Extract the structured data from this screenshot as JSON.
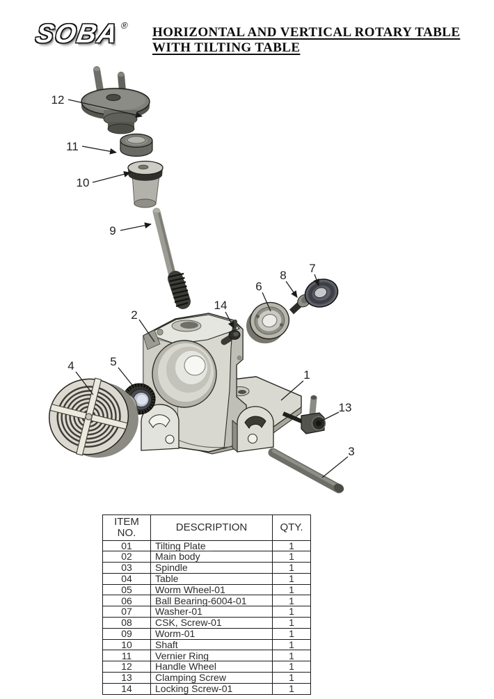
{
  "header": {
    "logo_text": "SOBA",
    "registered_mark": "®",
    "title_line1": "HORIZONTAL AND VERTICAL ROTARY TABLE",
    "title_line2": "WITH TILTING TABLE"
  },
  "diagram": {
    "description": "Exploded view of horizontal and vertical rotary table with tilting table",
    "callouts": [
      {
        "label": "1",
        "part": "Tilting Plate"
      },
      {
        "label": "2",
        "part": "Main body"
      },
      {
        "label": "3",
        "part": "Spindle"
      },
      {
        "label": "4",
        "part": "Table"
      },
      {
        "label": "5",
        "part": "Worm Wheel-01"
      },
      {
        "label": "6",
        "part": "Ball Bearing-6004-01"
      },
      {
        "label": "7",
        "part": "Washer-01"
      },
      {
        "label": "8",
        "part": "CSK, Screw-01"
      },
      {
        "label": "9",
        "part": "Worm-01"
      },
      {
        "label": "10",
        "part": "Shaft"
      },
      {
        "label": "11",
        "part": "Vernier Ring"
      },
      {
        "label": "12",
        "part": "Handle Wheel"
      },
      {
        "label": "13",
        "part": "Clamping Screw"
      },
      {
        "label": "14",
        "part": "Locking Screw-01"
      }
    ]
  },
  "table": {
    "headers": {
      "item": "ITEM\nNO.",
      "description": "DESCRIPTION",
      "qty": "QTY."
    },
    "rows": [
      {
        "item": "01",
        "description": "Tilting Plate_",
        "qty": "1"
      },
      {
        "item": "02",
        "description": "Main body",
        "qty": "1"
      },
      {
        "item": "03",
        "description": "Spindle",
        "qty": "1"
      },
      {
        "item": "04",
        "description": "Table",
        "qty": "1"
      },
      {
        "item": "05",
        "description": "Worm Wheel-01",
        "qty": "1"
      },
      {
        "item": "06",
        "description": "Ball Bearing-6004-01",
        "qty": "1"
      },
      {
        "item": "07",
        "description": "Washer-01",
        "qty": "1"
      },
      {
        "item": "08",
        "description": "CSK, Screw-01",
        "qty": "1"
      },
      {
        "item": "09",
        "description": "Worm-01",
        "qty": "1"
      },
      {
        "item": "10",
        "description": "Shaft",
        "qty": "1"
      },
      {
        "item": "11",
        "description": "Vernier Ring",
        "qty": "1"
      },
      {
        "item": "12",
        "description": "Handle Wheel",
        "qty": "1"
      },
      {
        "item": "13",
        "description": "Clamping Screw",
        "qty": "1"
      },
      {
        "item": "14",
        "description": "Locking Screw-01",
        "qty": "1"
      }
    ]
  }
}
